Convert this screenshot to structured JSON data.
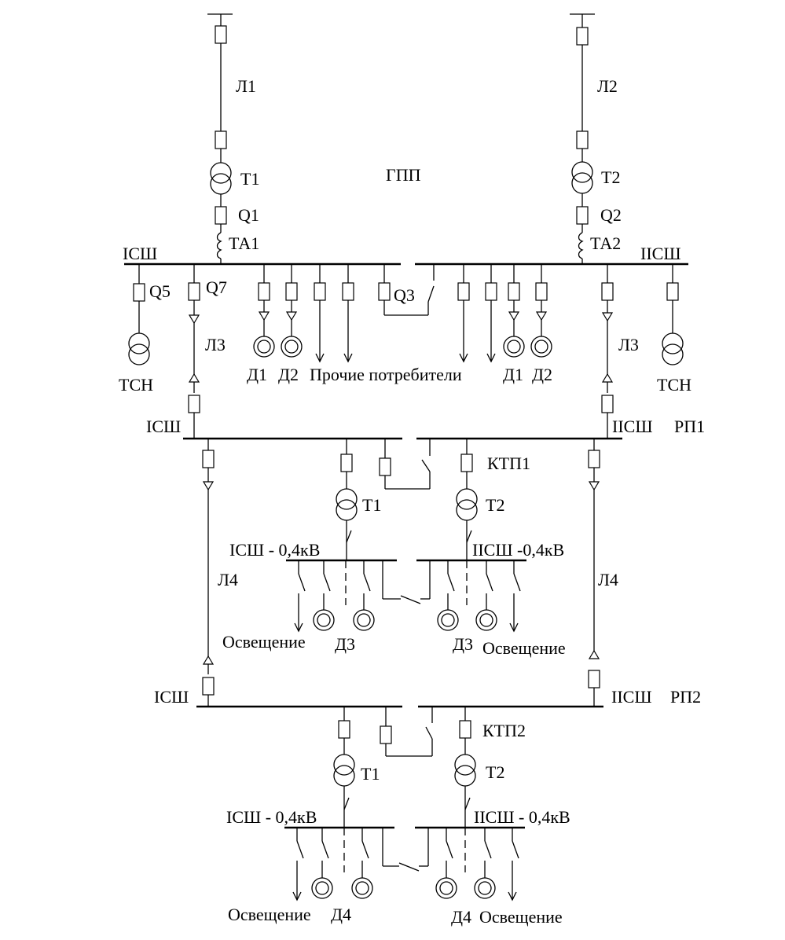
{
  "labels": {
    "l1": "Л1",
    "l2": "Л2",
    "t1": "Т1",
    "t2": "Т2",
    "gpp": "ГПП",
    "q1": "Q1",
    "q2": "Q2",
    "ta1": "ТА1",
    "ta2": "ТА2",
    "bus1": "IСШ",
    "bus2": "IIСШ",
    "q5": "Q5",
    "q7": "Q7",
    "q3": "Q3",
    "l3_left": "Л3",
    "l3_right": "Л3",
    "tsn_left": "ТСН",
    "tsn_right": "ТСН",
    "d1": "Д1",
    "d2": "Д2",
    "others": "Прочие потребители",
    "d1_r": "Д1",
    "d2_r": "Д2",
    "rp1_bus1": "IСШ",
    "rp1_bus2": "IIСШ",
    "rp1": "РП1",
    "ktp1": "КТП1",
    "ktp1_t1": "Т1",
    "ktp1_t2": "Т2",
    "ktp1_lv1": "IСШ - 0,4кВ",
    "ktp1_lv2": "IIСШ -0,4кВ",
    "l4_left": "Л4",
    "l4_right": "Л4",
    "light1": "Освещение",
    "d3": "Д3",
    "d3_r": "Д3",
    "light2": "Освещение",
    "rp2_bus1": "IСШ",
    "rp2_bus2": "IIСШ",
    "rp2": "РП2",
    "ktp2": "КТП2",
    "ktp2_t1": "Т1",
    "ktp2_t2": "Т2",
    "ktp2_lv1": "IСШ - 0,4кВ",
    "ktp2_lv2": "IIСШ - 0,4кВ",
    "light3": "Освещение",
    "d4": "Д4",
    "d4_r": "Д4",
    "light4": "Освещение"
  }
}
